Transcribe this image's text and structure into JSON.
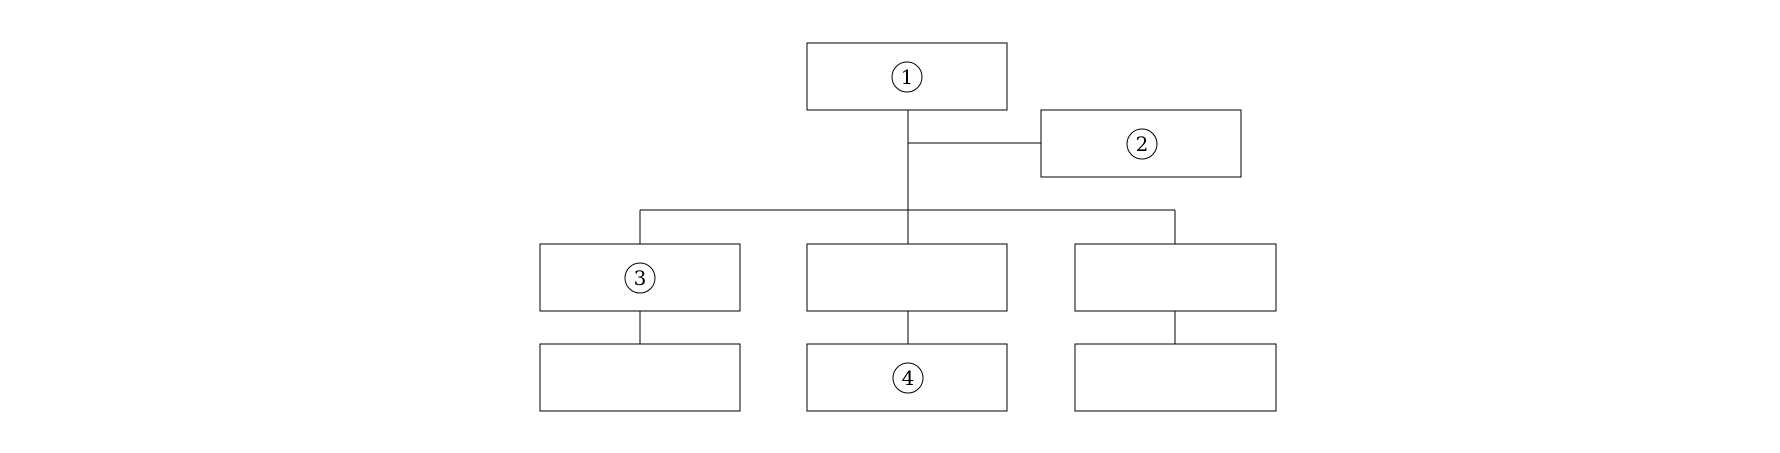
{
  "diagram": {
    "nodes": [
      {
        "id": "n1",
        "label": "1"
      },
      {
        "id": "n2",
        "label": "2"
      },
      {
        "id": "n3",
        "label": "3"
      },
      {
        "id": "n4",
        "label": ""
      },
      {
        "id": "n5",
        "label": ""
      },
      {
        "id": "n6",
        "label": ""
      },
      {
        "id": "n7",
        "label": "4"
      },
      {
        "id": "n8",
        "label": ""
      }
    ],
    "edges": [
      {
        "from": "n1",
        "to": "n2"
      },
      {
        "from": "n1",
        "to": "n3"
      },
      {
        "from": "n1",
        "to": "n4"
      },
      {
        "from": "n1",
        "to": "n5"
      },
      {
        "from": "n3",
        "to": "n6"
      },
      {
        "from": "n4",
        "to": "n7"
      },
      {
        "from": "n5",
        "to": "n8"
      }
    ]
  }
}
